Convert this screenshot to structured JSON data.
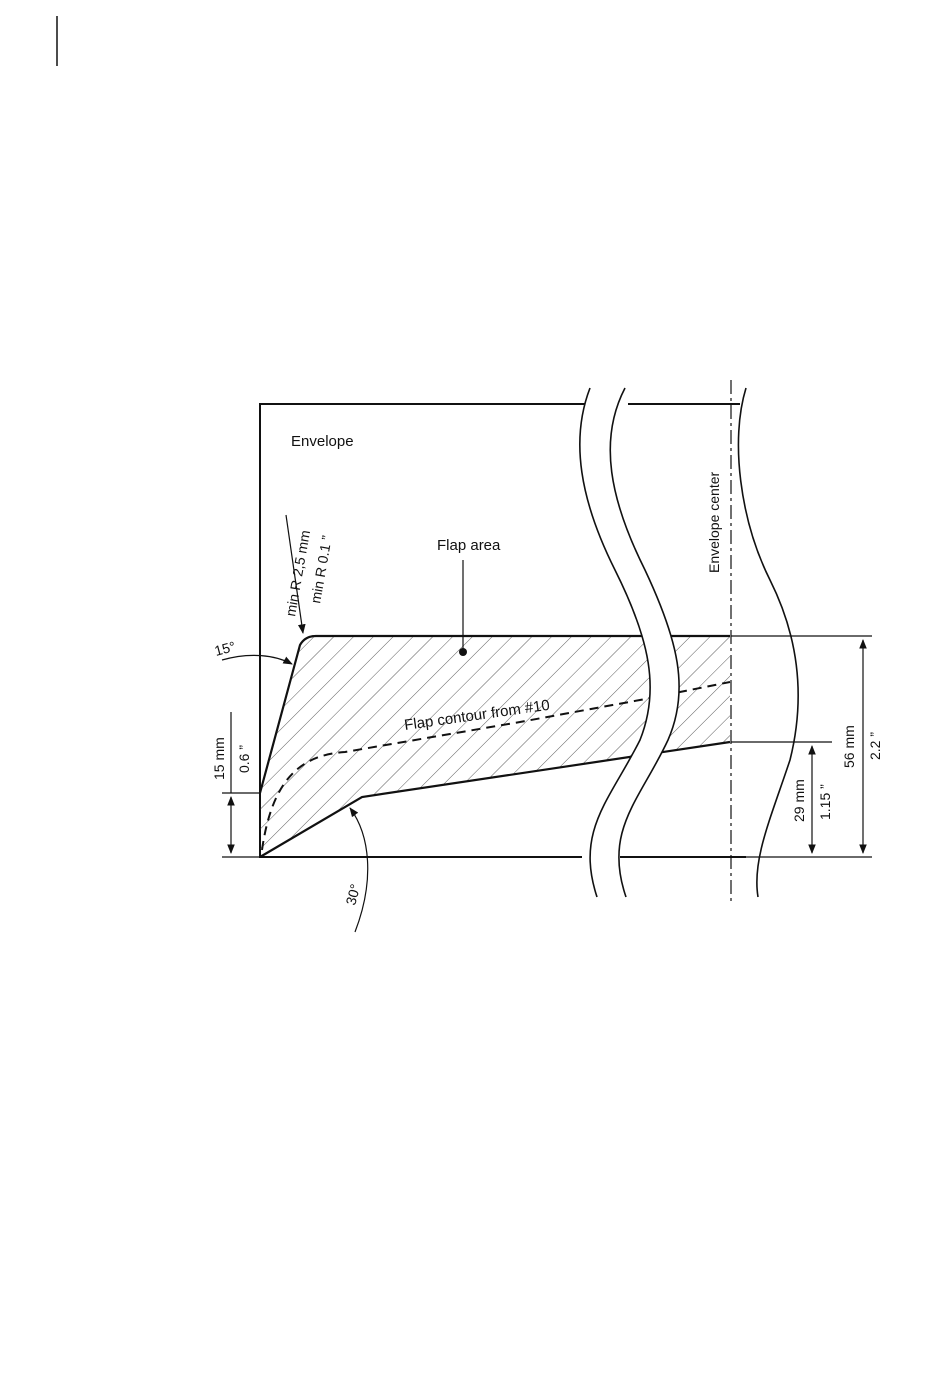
{
  "diagram": {
    "labels": {
      "envelope": "Envelope",
      "flap_area": "Flap area",
      "flap_contour": "Flap contour from #10",
      "envelope_center": "Envelope center",
      "radius_mm": "min R 2,5 mm",
      "radius_in": "min R 0.1 ”",
      "angle_top": "15°",
      "angle_bottom": "30°",
      "dim_15mm": "15 mm",
      "dim_06in": "0.6 ”",
      "dim_29mm": "29 mm",
      "dim_115in": "1.15 ”",
      "dim_56mm": "56 mm",
      "dim_22in": "2.2 ”"
    },
    "colors": {
      "line": "#111111",
      "hatch": "#333333",
      "background": "#ffffff"
    }
  }
}
